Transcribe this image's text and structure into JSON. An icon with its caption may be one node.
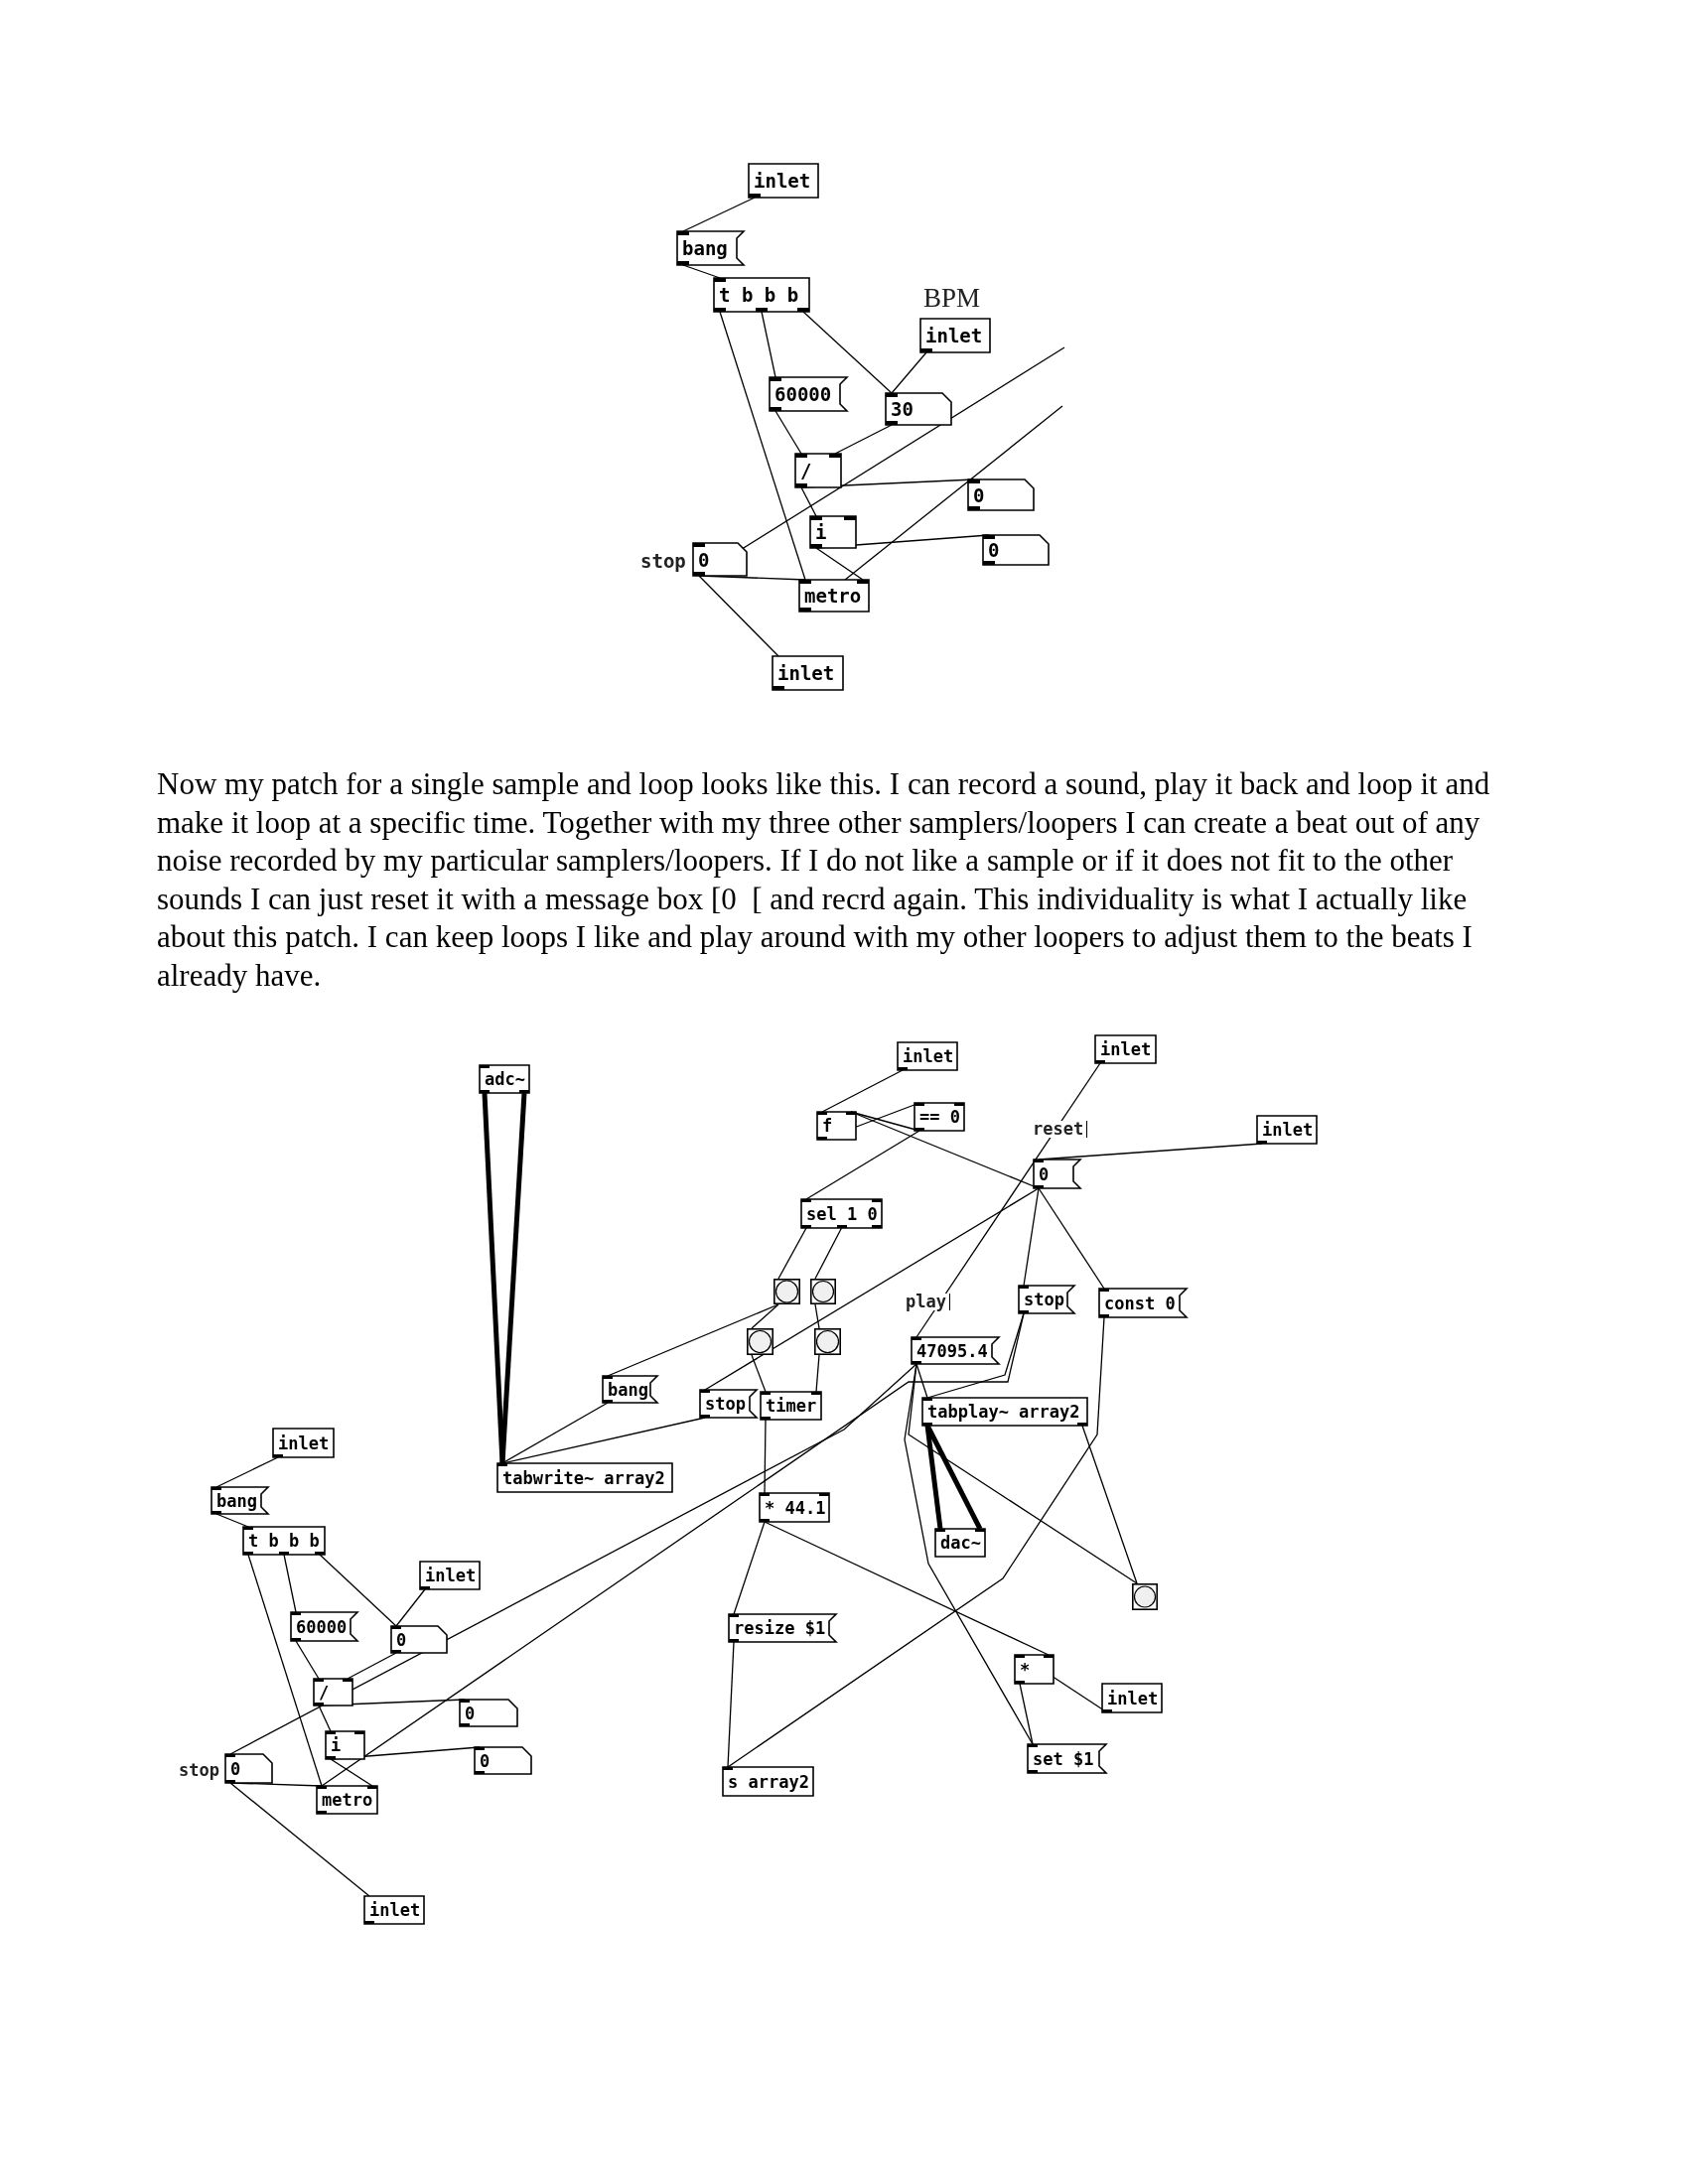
{
  "diagram": {
    "nodes": [
      {
        "text": [
          "inlet"
        ]
      },
      {
        "text": [
          "bang"
        ]
      },
      {
        "text": [
          "t b b b"
        ]
      },
      {
        "text": [
          "inlet"
        ],
        "beside": [
          "BPM"
        ]
      },
      {
        "text": [
          "60000"
        ]
      },
      {
        "text": [
          "30"
        ]
      },
      {
        "text": [
          "/"
        ]
      },
      {
        "text": [
          "0"
        ]
      },
      {
        "text": [
          "i"
        ]
      },
      {
        "text": [
          "0"
        ]
      },
      {
        "text": [
          "0"
        ],
        "beside": [
          "stop"
        ]
      },
      {
        "text": [
          "metro"
        ]
      },
      {
        "text": [
          "inlet"
        ]
      },
      {
        "text": [
          "inlet"
        ]
      },
      {
        "text": [
          "inlet"
        ]
      },
      {
        "text": [
          "adc~"
        ]
      },
      {
        "text": [
          "f"
        ]
      },
      {
        "text": [
          "== 0"
        ]
      },
      {
        "text": [
          "inlet"
        ]
      },
      {
        "text": [
          "0"
        ],
        "beside": [
          "reset"
        ]
      },
      {
        "text": [
          "sel 1 0"
        ]
      },
      {
        "text": [],
        "shape": "box"
      },
      {
        "text": [],
        "shape": "box"
      },
      {
        "text": [
          "stop"
        ]
      },
      {
        "text": [
          "const 0"
        ]
      },
      {
        "text": [],
        "shape": "box"
      },
      {
        "text": [],
        "shape": "box"
      },
      {
        "text": [
          "47095.4"
        ],
        "beside": [
          "play"
        ]
      },
      {
        "text": [
          "bang"
        ]
      },
      {
        "text": [
          "stop"
        ]
      },
      {
        "text": [
          "timer"
        ]
      },
      {
        "text": [
          "tabplay~ array2"
        ]
      },
      {
        "text": [
          "inlet"
        ]
      },
      {
        "text": [
          "tabwrite~ array2"
        ]
      },
      {
        "text": [
          "bang"
        ]
      },
      {
        "text": [
          "* 44.1"
        ]
      },
      {
        "text": [
          "t b b b"
        ]
      },
      {
        "text": [
          "dac~"
        ]
      },
      {
        "text": [
          "inlet"
        ]
      },
      {
        "text": [],
        "shape": "box"
      },
      {
        "text": [
          "60000"
        ]
      },
      {
        "text": [
          "0"
        ]
      },
      {
        "text": [
          "resize $1"
        ]
      },
      {
        "text": [
          "*"
        ]
      },
      {
        "text": [
          "/"
        ]
      },
      {
        "text": [
          "inlet"
        ]
      },
      {
        "text": [
          "0"
        ]
      },
      {
        "text": [
          "i"
        ]
      },
      {
        "text": [
          "set $1"
        ]
      },
      {
        "text": [
          "0"
        ]
      },
      {
        "text": [
          "0"
        ],
        "beside": [
          "stop"
        ]
      },
      {
        "text": [
          "s array2"
        ]
      },
      {
        "text": [
          "metro"
        ]
      },
      {
        "text": [
          "inlet"
        ]
      }
    ],
    "edges": [
      {
        "from": 0,
        "to": 1,
        "arrow": "none"
      },
      {
        "from": 1,
        "to": 2,
        "arrow": "none"
      },
      {
        "from": 2,
        "to": 11,
        "arrow": "none"
      },
      {
        "from": 2,
        "to": 4,
        "arrow": "none"
      },
      {
        "from": 2,
        "to": 5,
        "arrow": "none"
      },
      {
        "from": 3,
        "to": 5,
        "arrow": "none"
      },
      {
        "from": 4,
        "to": 6,
        "arrow": "none"
      },
      {
        "from": 5,
        "to": 6,
        "arrow": "none"
      },
      {
        "from": 6,
        "to": 7,
        "arrow": "none"
      },
      {
        "from": 6,
        "to": 8,
        "arrow": "none"
      },
      {
        "from": 8,
        "to": 9,
        "arrow": "none"
      },
      {
        "from": 8,
        "to": 11,
        "arrow": "none"
      },
      {
        "from": 10,
        "to": 11,
        "arrow": "none"
      },
      {
        "from": 10,
        "to": 12,
        "arrow": "none"
      },
      {
        "from": 10,
        "to": null,
        "arrow": "none"
      },
      {
        "from": 11,
        "to": null,
        "arrow": "none"
      },
      {
        "from": 13,
        "to": 16,
        "arrow": "none"
      },
      {
        "from": 16,
        "to": 17,
        "arrow": "none"
      },
      {
        "from": 17,
        "to": 16,
        "arrow": "none"
      },
      {
        "from": 19,
        "to": 16,
        "arrow": "none"
      },
      {
        "from": 17,
        "to": 20,
        "arrow": "none"
      },
      {
        "from": 18,
        "to": 19,
        "arrow": "none"
      },
      {
        "from": 14,
        "to": 27,
        "arrow": "none"
      },
      {
        "from": 19,
        "to": 23,
        "arrow": "none"
      },
      {
        "from": 19,
        "to": 24,
        "arrow": "none"
      },
      {
        "from": 19,
        "to": 29,
        "arrow": "none"
      },
      {
        "from": 20,
        "to": 21,
        "arrow": "none"
      },
      {
        "from": 20,
        "to": 22,
        "arrow": "none"
      },
      {
        "from": 21,
        "to": 25,
        "arrow": "none"
      },
      {
        "from": 21,
        "to": 28,
        "arrow": "none"
      },
      {
        "from": 22,
        "to": 26,
        "arrow": "none"
      },
      {
        "from": 25,
        "to": 30,
        "arrow": "none"
      },
      {
        "from": 26,
        "to": 30,
        "arrow": "none"
      },
      {
        "from": 28,
        "to": 33,
        "arrow": "none"
      },
      {
        "from": 29,
        "to": 33,
        "arrow": "none"
      },
      {
        "from": 15,
        "to": 33,
        "arrow": "none",
        "style": "thick"
      },
      {
        "from": 15,
        "to": 33,
        "arrow": "none",
        "style": "thick"
      },
      {
        "from": 30,
        "to": 35,
        "arrow": "none"
      },
      {
        "from": 23,
        "to": 31,
        "arrow": "none"
      },
      {
        "from": 27,
        "to": 31,
        "arrow": "none"
      },
      {
        "from": 23,
        "to": 52,
        "arrow": "none"
      },
      {
        "from": 27,
        "to": 50,
        "arrow": "none"
      },
      {
        "from": 24,
        "to": 51,
        "arrow": "none"
      },
      {
        "from": 31,
        "to": 37,
        "arrow": "none",
        "style": "thick"
      },
      {
        "from": 31,
        "to": 37,
        "arrow": "none",
        "style": "thick"
      },
      {
        "from": 31,
        "to": 39,
        "arrow": "none"
      },
      {
        "from": 27,
        "to": 39,
        "arrow": "none"
      },
      {
        "from": 27,
        "to": 48,
        "arrow": "none"
      },
      {
        "from": 35,
        "to": 42,
        "arrow": "none"
      },
      {
        "from": 42,
        "to": 51,
        "arrow": "none"
      },
      {
        "from": 35,
        "to": 43,
        "arrow": "none"
      },
      {
        "from": 45,
        "to": 43,
        "arrow": "none"
      },
      {
        "from": 43,
        "to": 48,
        "arrow": "none"
      },
      {
        "from": 32,
        "to": 34,
        "arrow": "none"
      },
      {
        "from": 34,
        "to": 36,
        "arrow": "none"
      },
      {
        "from": 36,
        "to": 52,
        "arrow": "none"
      },
      {
        "from": 36,
        "to": 40,
        "arrow": "none"
      },
      {
        "from": 36,
        "to": 41,
        "arrow": "none"
      },
      {
        "from": 38,
        "to": 41,
        "arrow": "none"
      },
      {
        "from": 40,
        "to": 44,
        "arrow": "none"
      },
      {
        "from": 41,
        "to": 44,
        "arrow": "none"
      },
      {
        "from": 44,
        "to": 46,
        "arrow": "none"
      },
      {
        "from": 44,
        "to": 47,
        "arrow": "none"
      },
      {
        "from": 47,
        "to": 49,
        "arrow": "none"
      },
      {
        "from": 47,
        "to": 52,
        "arrow": "none"
      },
      {
        "from": 50,
        "to": 52,
        "arrow": "none"
      },
      {
        "from": 50,
        "to": 53,
        "arrow": "none"
      }
    ],
    "labels": [
      "Now my patch for a single sample and loop looks like this. I can record a sound, play it back and loop it and make it loop at a specific time. Together with my three other samplers/loopers I can create a beat out of any noise recorded by my particular samplers/loopers. If I do not like a sample or if it does not fit to the other sounds I can just reset it with a message box [0  [ and recrd again. This individuality is what I actually like about this patch. I can keep loops I like and play around with my other loopers to adjust them to the beats I already have."
    ]
  }
}
